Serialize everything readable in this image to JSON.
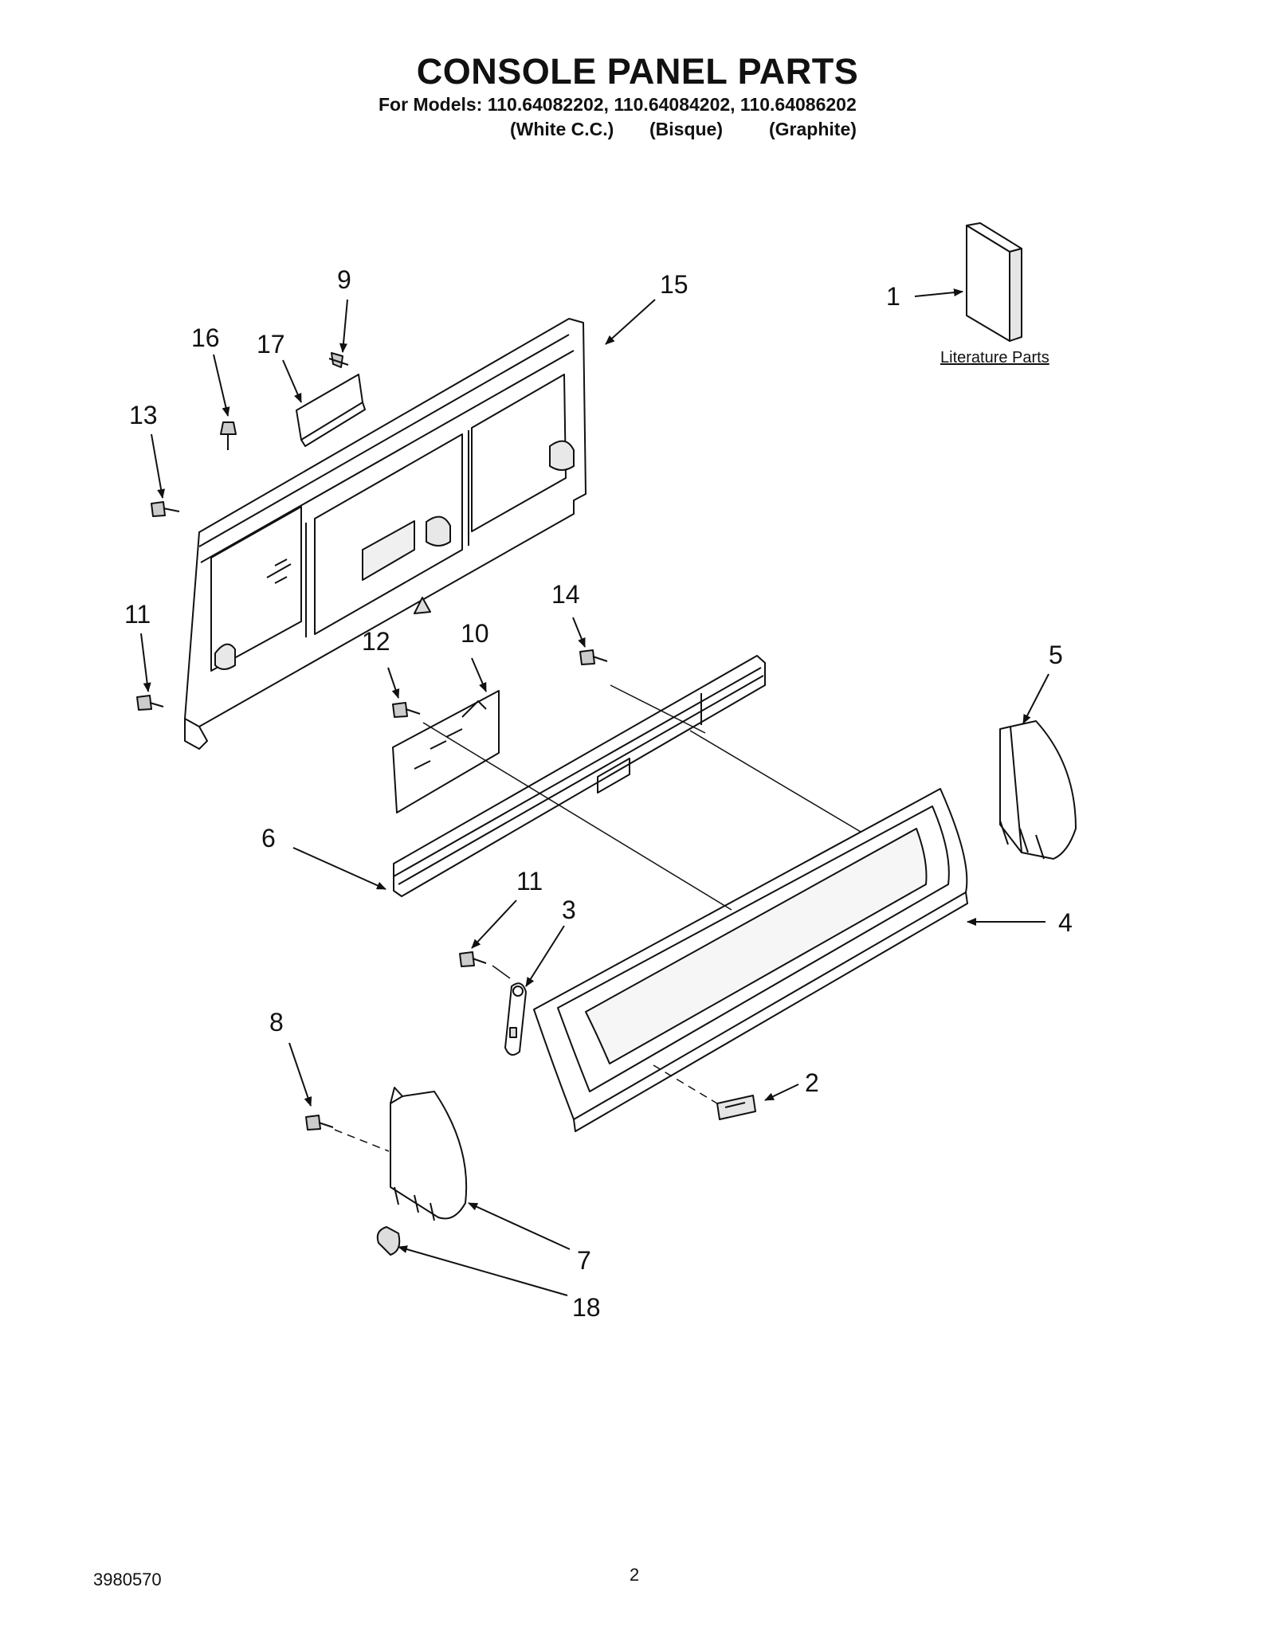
{
  "title": "CONSOLE PANEL PARTS",
  "models_line": "For Models: 110.64082202, 110.64084202, 110.64086202",
  "colors": [
    "(White C.C.)",
    "(Bisque)",
    "(Graphite)"
  ],
  "literature_label": "Literature Parts",
  "callouts": {
    "c1": "1",
    "c2": "2",
    "c3": "3",
    "c4": "4",
    "c5": "5",
    "c6": "6",
    "c7": "7",
    "c8": "8",
    "c9": "9",
    "c10": "10",
    "c11a": "11",
    "c11b": "11",
    "c12": "12",
    "c13": "13",
    "c14": "14",
    "c15": "15",
    "c16": "16",
    "c17": "17",
    "c18": "18"
  },
  "footer": {
    "doc_number": "3980570",
    "page_number": "2"
  }
}
